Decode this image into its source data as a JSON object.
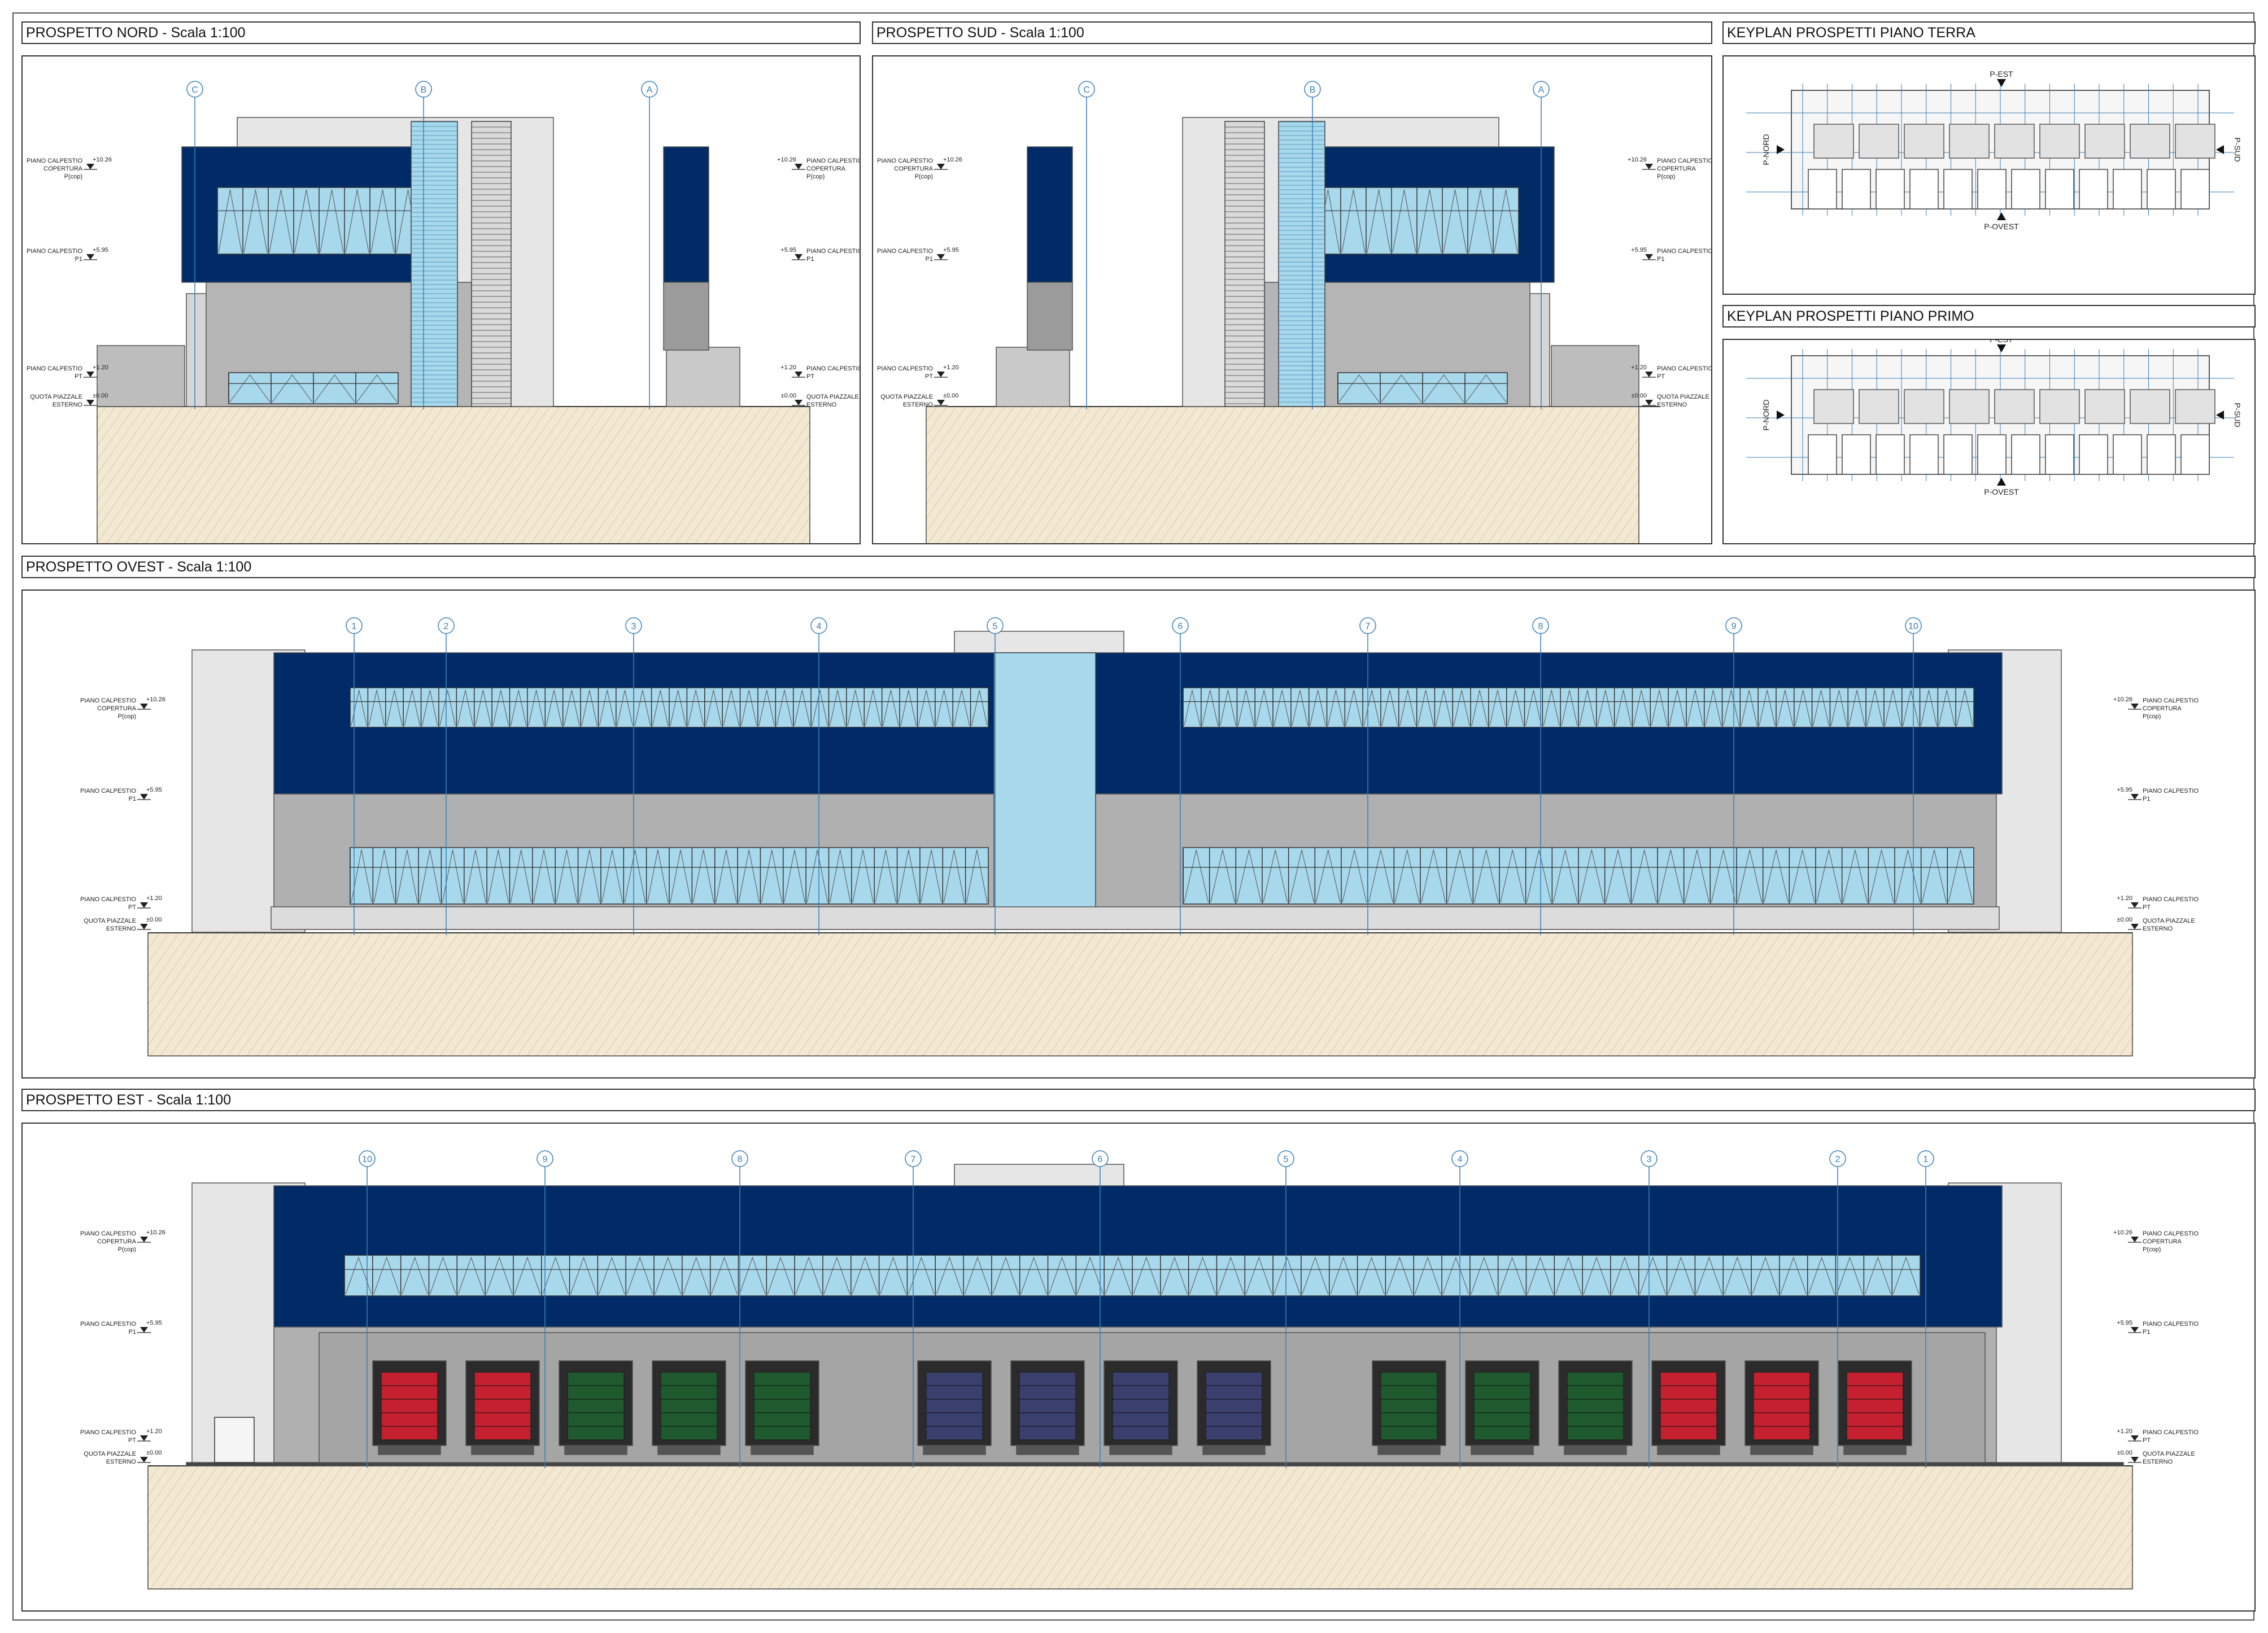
{
  "titles": {
    "nord": "PROSPETTO NORD - Scala 1:100",
    "sud": "PROSPETTO SUD - Scala 1:100",
    "kp_terra": "KEYPLAN PROSPETTI PIANO TERRA",
    "kp_primo": "KEYPLAN PROSPETTI PIANO PRIMO",
    "ovest": "PROSPETTO OVEST - Scala 1:100",
    "est": "PROSPETTO EST - Scala 1:100"
  },
  "levels": {
    "copertura": {
      "value": "+10.26",
      "label1": "PIANO CALPESTIO",
      "label2": "COPERTURA",
      "label3": "P(cop)"
    },
    "p1": {
      "value": "+5.95",
      "label1": "PIANO CALPESTIO",
      "label2": "P1"
    },
    "pt": {
      "value": "+1.20",
      "label1": "PIANO CALPESTIO",
      "label2": "PT"
    },
    "ext": {
      "value": "±0.00",
      "label1": "QUOTA PIAZZALE",
      "label2": "ESTERNO"
    }
  },
  "grid_nord": [
    "C",
    "B",
    "A"
  ],
  "grid_sud": [
    "A",
    "B",
    "C"
  ],
  "grid_ovest": [
    "1",
    "2",
    "3",
    "4",
    "5",
    "6",
    "7",
    "8",
    "9",
    "10"
  ],
  "grid_est": [
    "10",
    "9",
    "8",
    "7",
    "6",
    "5",
    "4",
    "3",
    "2",
    "1"
  ],
  "keyplan": {
    "north": "P-NORD",
    "south": "P-SUD",
    "east": "P-EST",
    "west": "P-OVEST"
  },
  "colors": {
    "navy": "#002b66",
    "glass": "#a8d8ec",
    "wall": "#e6e6e6",
    "wall_dark": "#9b9b9b",
    "ground": "#f3e9d2",
    "door_red": "#c42030",
    "door_green": "#1f5a2e",
    "door_navy": "#3a3f6e"
  },
  "east_doors": [
    "red",
    "red",
    "green",
    "green",
    "green",
    "navy",
    "navy",
    "navy",
    "navy",
    "green",
    "green",
    "green",
    "red",
    "red",
    "red"
  ]
}
